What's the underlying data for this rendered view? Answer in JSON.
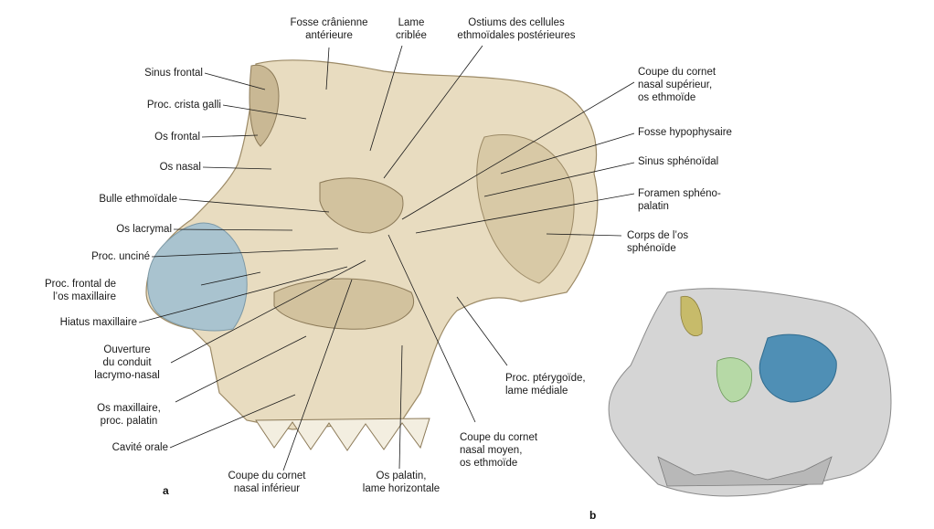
{
  "figure": {
    "panel_a_letter": "a",
    "panel_b_letter": "b",
    "labels": {
      "sinus_frontal": "Sinus frontal",
      "proc_crista_galli": "Proc. crista galli",
      "os_frontal": "Os frontal",
      "os_nasal": "Os nasal",
      "bulle_ethmoidale": "Bulle ethmoïdale",
      "os_lacrymal": "Os lacrymal",
      "proc_uncine": "Proc. unciné",
      "proc_frontal_os_maxillaire": "Proc. frontal de\nl’os maxillaire",
      "hiatus_maxillaire": "Hiatus maxillaire",
      "ouverture_conduit": "Ouverture\ndu conduit\nlacrymo-nasal",
      "os_maxillaire_proc_palatin": "Os maxillaire,\nproc. palatin",
      "cavite_orale": "Cavité orale",
      "coupe_cornet_inferieur": "Coupe du cornet\nnasal inférieur",
      "os_palatin": "Os palatin,\nlame horizontale",
      "coupe_cornet_moyen": "Coupe du cornet\nnasal moyen,\nos ethmoïde",
      "proc_pterygoide": "Proc. ptérygoïde,\nlame médiale",
      "fosse_cranienne": "Fosse crânienne\nantérieure",
      "lame_criblee": "Lame\ncriblée",
      "ostiums": "Ostiums des cellules\nethmoïdales postérieures",
      "coupe_cornet_superieur": "Coupe du cornet\nnasal supérieur,\nos ethmoïde",
      "fosse_hypophysaire": "Fosse hypophysaire",
      "sinus_sphenoidal": "Sinus sphénoïdal",
      "foramen_spheno_palatin": "Foramen sphéno-\npalatin",
      "corps_os_sphenoide": "Corps de l’os\nsphénoïde"
    },
    "colors": {
      "bone": "#e8dcc0",
      "bone_dark": "#c9b894",
      "cartilage_blue": "#a9c3cf",
      "sinus_blue": "#4f8fb5",
      "leader": "#1a1a1a"
    }
  }
}
